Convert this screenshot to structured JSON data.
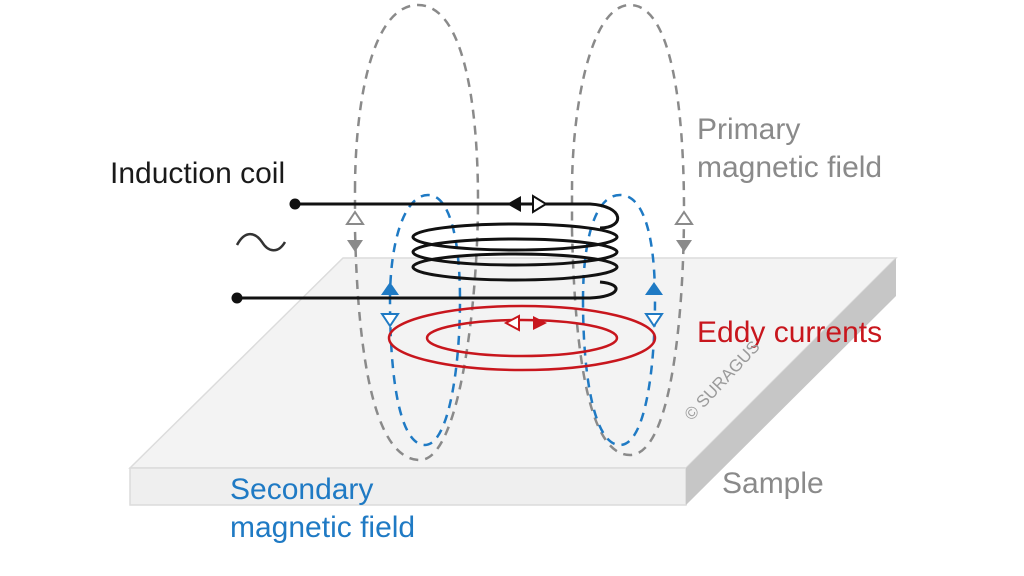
{
  "diagram": {
    "title": "Eddy current induction principle",
    "labels": {
      "induction_coil": "Induction coil",
      "primary_field_line1": "Primary",
      "primary_field_line2": "magnetic field",
      "eddy_currents": "Eddy currents",
      "secondary_field_line1": "Secondary",
      "secondary_field_line2": "magnetic field",
      "sample": "Sample",
      "copyright": "© SURAGUS",
      "ac_source_symbol": "~"
    },
    "colors": {
      "coil": "#111111",
      "primary_field": "#8a8a8a",
      "secondary_field": "#1f7ac4",
      "eddy_currents": "#c8161d",
      "sample_top": "#f2f2f2",
      "sample_side": "#c6c6c6",
      "label_gray": "#808080"
    },
    "components": [
      {
        "name": "induction-coil",
        "turns": 4
      },
      {
        "name": "primary-magnetic-field",
        "loops": 2,
        "style": "dashed"
      },
      {
        "name": "secondary-magnetic-field",
        "loops": 2,
        "style": "dashed"
      },
      {
        "name": "eddy-currents",
        "rings": 2
      },
      {
        "name": "sample",
        "shape": "slab"
      }
    ]
  }
}
